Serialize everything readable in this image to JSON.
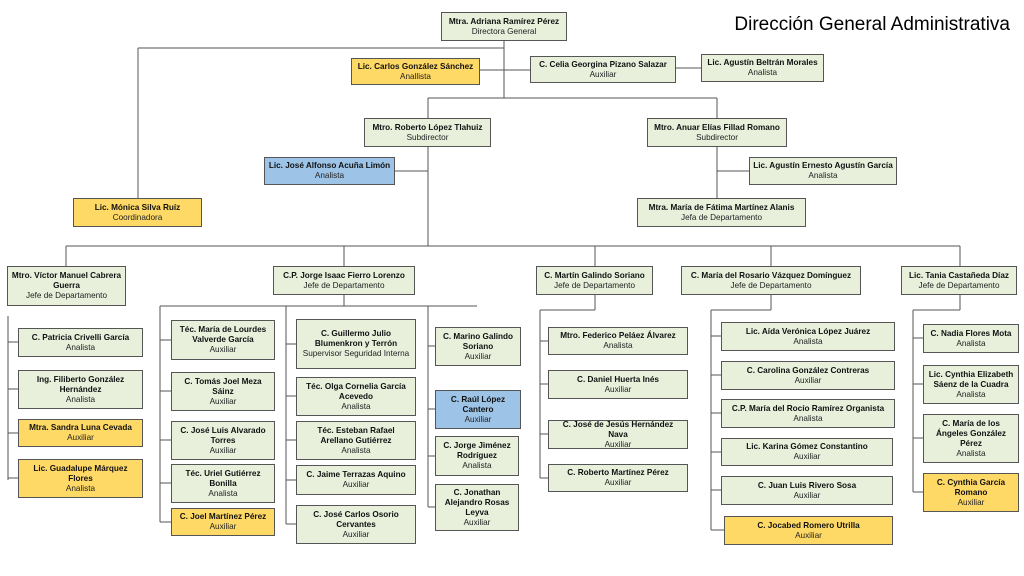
{
  "title": "Dirección General Administrativa",
  "colors": {
    "green": "#e8f0dc",
    "yellow": "#ffd966",
    "blue": "#9dc3e6",
    "line": "#555555"
  },
  "boxes": [
    {
      "id": "b01",
      "name": "Mtra. Adriana Ramírez Pérez",
      "role": "Directora General",
      "color": "green"
    },
    {
      "id": "b02",
      "name": "Lic. Carlos González Sánchez",
      "role": "Anallista",
      "color": "yellow"
    },
    {
      "id": "b03",
      "name": "C. Celia Georgina Pizano Salazar",
      "role": "Auxiliar",
      "color": "green"
    },
    {
      "id": "b04",
      "name": "Lic. Agustín Beltrán Morales",
      "role": "Analista",
      "color": "green"
    },
    {
      "id": "b05",
      "name": "Mtro. Roberto López Tlahuiz",
      "role": "Subdirector",
      "color": "green"
    },
    {
      "id": "b06",
      "name": "Mtro. Anuar Elías Fillad Romano",
      "role": "Subdirector",
      "color": "green"
    },
    {
      "id": "b07",
      "name": "Lic. José Alfonso Acuña Limón",
      "role": "Analista",
      "color": "blue"
    },
    {
      "id": "b08",
      "name": "Lic. Agustín Ernesto Agustín García",
      "role": "Analista",
      "color": "green"
    },
    {
      "id": "b09",
      "name": "Lic. Mónica Silva Ruíz",
      "role": "Coordinadora",
      "color": "yellow"
    },
    {
      "id": "b10",
      "name": "Mtra. María de Fátima Martínez Alanis",
      "role": "Jefa de Departamento",
      "color": "green"
    },
    {
      "id": "b11",
      "name": "Mtro. Víctor Manuel Cabrera Guerra",
      "role": "Jefe de Departamento",
      "color": "green"
    },
    {
      "id": "b12",
      "name": "C.P. Jorge Isaac Fierro Lorenzo",
      "role": "Jefe de Departamento",
      "color": "green"
    },
    {
      "id": "b13",
      "name": "C. Martín Galindo Soriano",
      "role": "Jefe de Departamento",
      "color": "green"
    },
    {
      "id": "b14",
      "name": "C. María del Rosario Vázquez Domínguez",
      "role": "Jefe de Departamento",
      "color": "green"
    },
    {
      "id": "b15",
      "name": "Lic. Tania Castañeda Díaz",
      "role": "Jefe de Departamento",
      "color": "green"
    },
    {
      "id": "b16",
      "name": "C. Patricia Crivelli García",
      "role": "Analista",
      "color": "green"
    },
    {
      "id": "b17",
      "name": "Ing. Filiberto González Hernández",
      "role": "Analista",
      "color": "green"
    },
    {
      "id": "b18",
      "name": "Mtra. Sandra Luna Cevada",
      "role": "Auxiliar",
      "color": "yellow"
    },
    {
      "id": "b19",
      "name": "Lic. Guadalupe Márquez Flores",
      "role": "Analista",
      "color": "yellow"
    },
    {
      "id": "b20",
      "name": "Téc. María de Lourdes Valverde García",
      "role": "Auxiliar",
      "color": "green"
    },
    {
      "id": "b21",
      "name": "C. Tomás Joel Meza Sáinz",
      "role": "Auxiliar",
      "color": "green"
    },
    {
      "id": "b22",
      "name": "C. José Luis Alvarado Torres",
      "role": "Auxiliar",
      "color": "green"
    },
    {
      "id": "b23",
      "name": "Téc. Uriel Gutiérrez Bonilla",
      "role": "Analista",
      "color": "green"
    },
    {
      "id": "b24",
      "name": "C. Joel Martínez Pérez",
      "role": "Auxiliar",
      "color": "yellow"
    },
    {
      "id": "b25",
      "name": "C. Guillermo Julio Blumenkron y Terrón",
      "role": "Supervisor Seguridad Interna",
      "color": "green"
    },
    {
      "id": "b26",
      "name": "Téc. Olga Cornelia García Acevedo",
      "role": "Analista",
      "color": "green"
    },
    {
      "id": "b27",
      "name": "Téc. Esteban Rafael Arellano Gutiérrez",
      "role": "Analista",
      "color": "green"
    },
    {
      "id": "b28",
      "name": "C. Jaime Terrazas Aquino",
      "role": "Auxiliar",
      "color": "green"
    },
    {
      "id": "b29",
      "name": "C. José Carlos Osorio Cervantes",
      "role": "Auxiliar",
      "color": "green"
    },
    {
      "id": "b30",
      "name": "C. Marino Galindo Soriano",
      "role": "Auxiliar",
      "color": "green"
    },
    {
      "id": "b31",
      "name": "C. Raúl López Cantero",
      "role": "Auxiliar",
      "color": "blue"
    },
    {
      "id": "b32",
      "name": "C. Jorge Jiménez Rodríguez",
      "role": "Analista",
      "color": "green"
    },
    {
      "id": "b33",
      "name": "C. Jonathan Alejandro Rosas Leyva",
      "role": "Auxiliar",
      "color": "green"
    },
    {
      "id": "b34",
      "name": "Mtro. Federico Peláez Álvarez",
      "role": "Analista",
      "color": "green"
    },
    {
      "id": "b35",
      "name": "C. Daniel Huerta Inés",
      "role": "Auxiliar",
      "color": "green"
    },
    {
      "id": "b36",
      "name": "C. José de Jesús Hernández Nava",
      "role": "Auxiliar",
      "color": "green"
    },
    {
      "id": "b37",
      "name": "C. Roberto Martínez Pérez",
      "role": "Auxiliar",
      "color": "green"
    },
    {
      "id": "b38",
      "name": "Lic. Aída Verónica López Juárez",
      "role": "Analista",
      "color": "green"
    },
    {
      "id": "b39",
      "name": "C. Carolina González Contreras",
      "role": "Auxiliar",
      "color": "green"
    },
    {
      "id": "b40",
      "name": "C.P. María del Rocío Ramírez Organista",
      "role": "Analista",
      "color": "green"
    },
    {
      "id": "b41",
      "name": "Lic. Karina Gómez Constantino",
      "role": "Auxiliar",
      "color": "green"
    },
    {
      "id": "b42",
      "name": "C. Juan Luis Rivero Sosa",
      "role": "Auxiliar",
      "color": "green"
    },
    {
      "id": "b43",
      "name": "C. Jocabed Romero Utrilla",
      "role": "Auxiliar",
      "color": "yellow"
    },
    {
      "id": "b44",
      "name": "C. Nadia Flores Mota",
      "role": "Analista",
      "color": "green"
    },
    {
      "id": "b45",
      "name": "Lic. Cynthia Elizabeth Sáenz de la Cuadra",
      "role": "Analista",
      "color": "green"
    },
    {
      "id": "b46",
      "name": "C. María de los Ángeles González Pérez",
      "role": "Analista",
      "color": "green"
    },
    {
      "id": "b47",
      "name": "C. Cynthia García Romano",
      "role": "Auxiliar",
      "color": "yellow"
    }
  ]
}
